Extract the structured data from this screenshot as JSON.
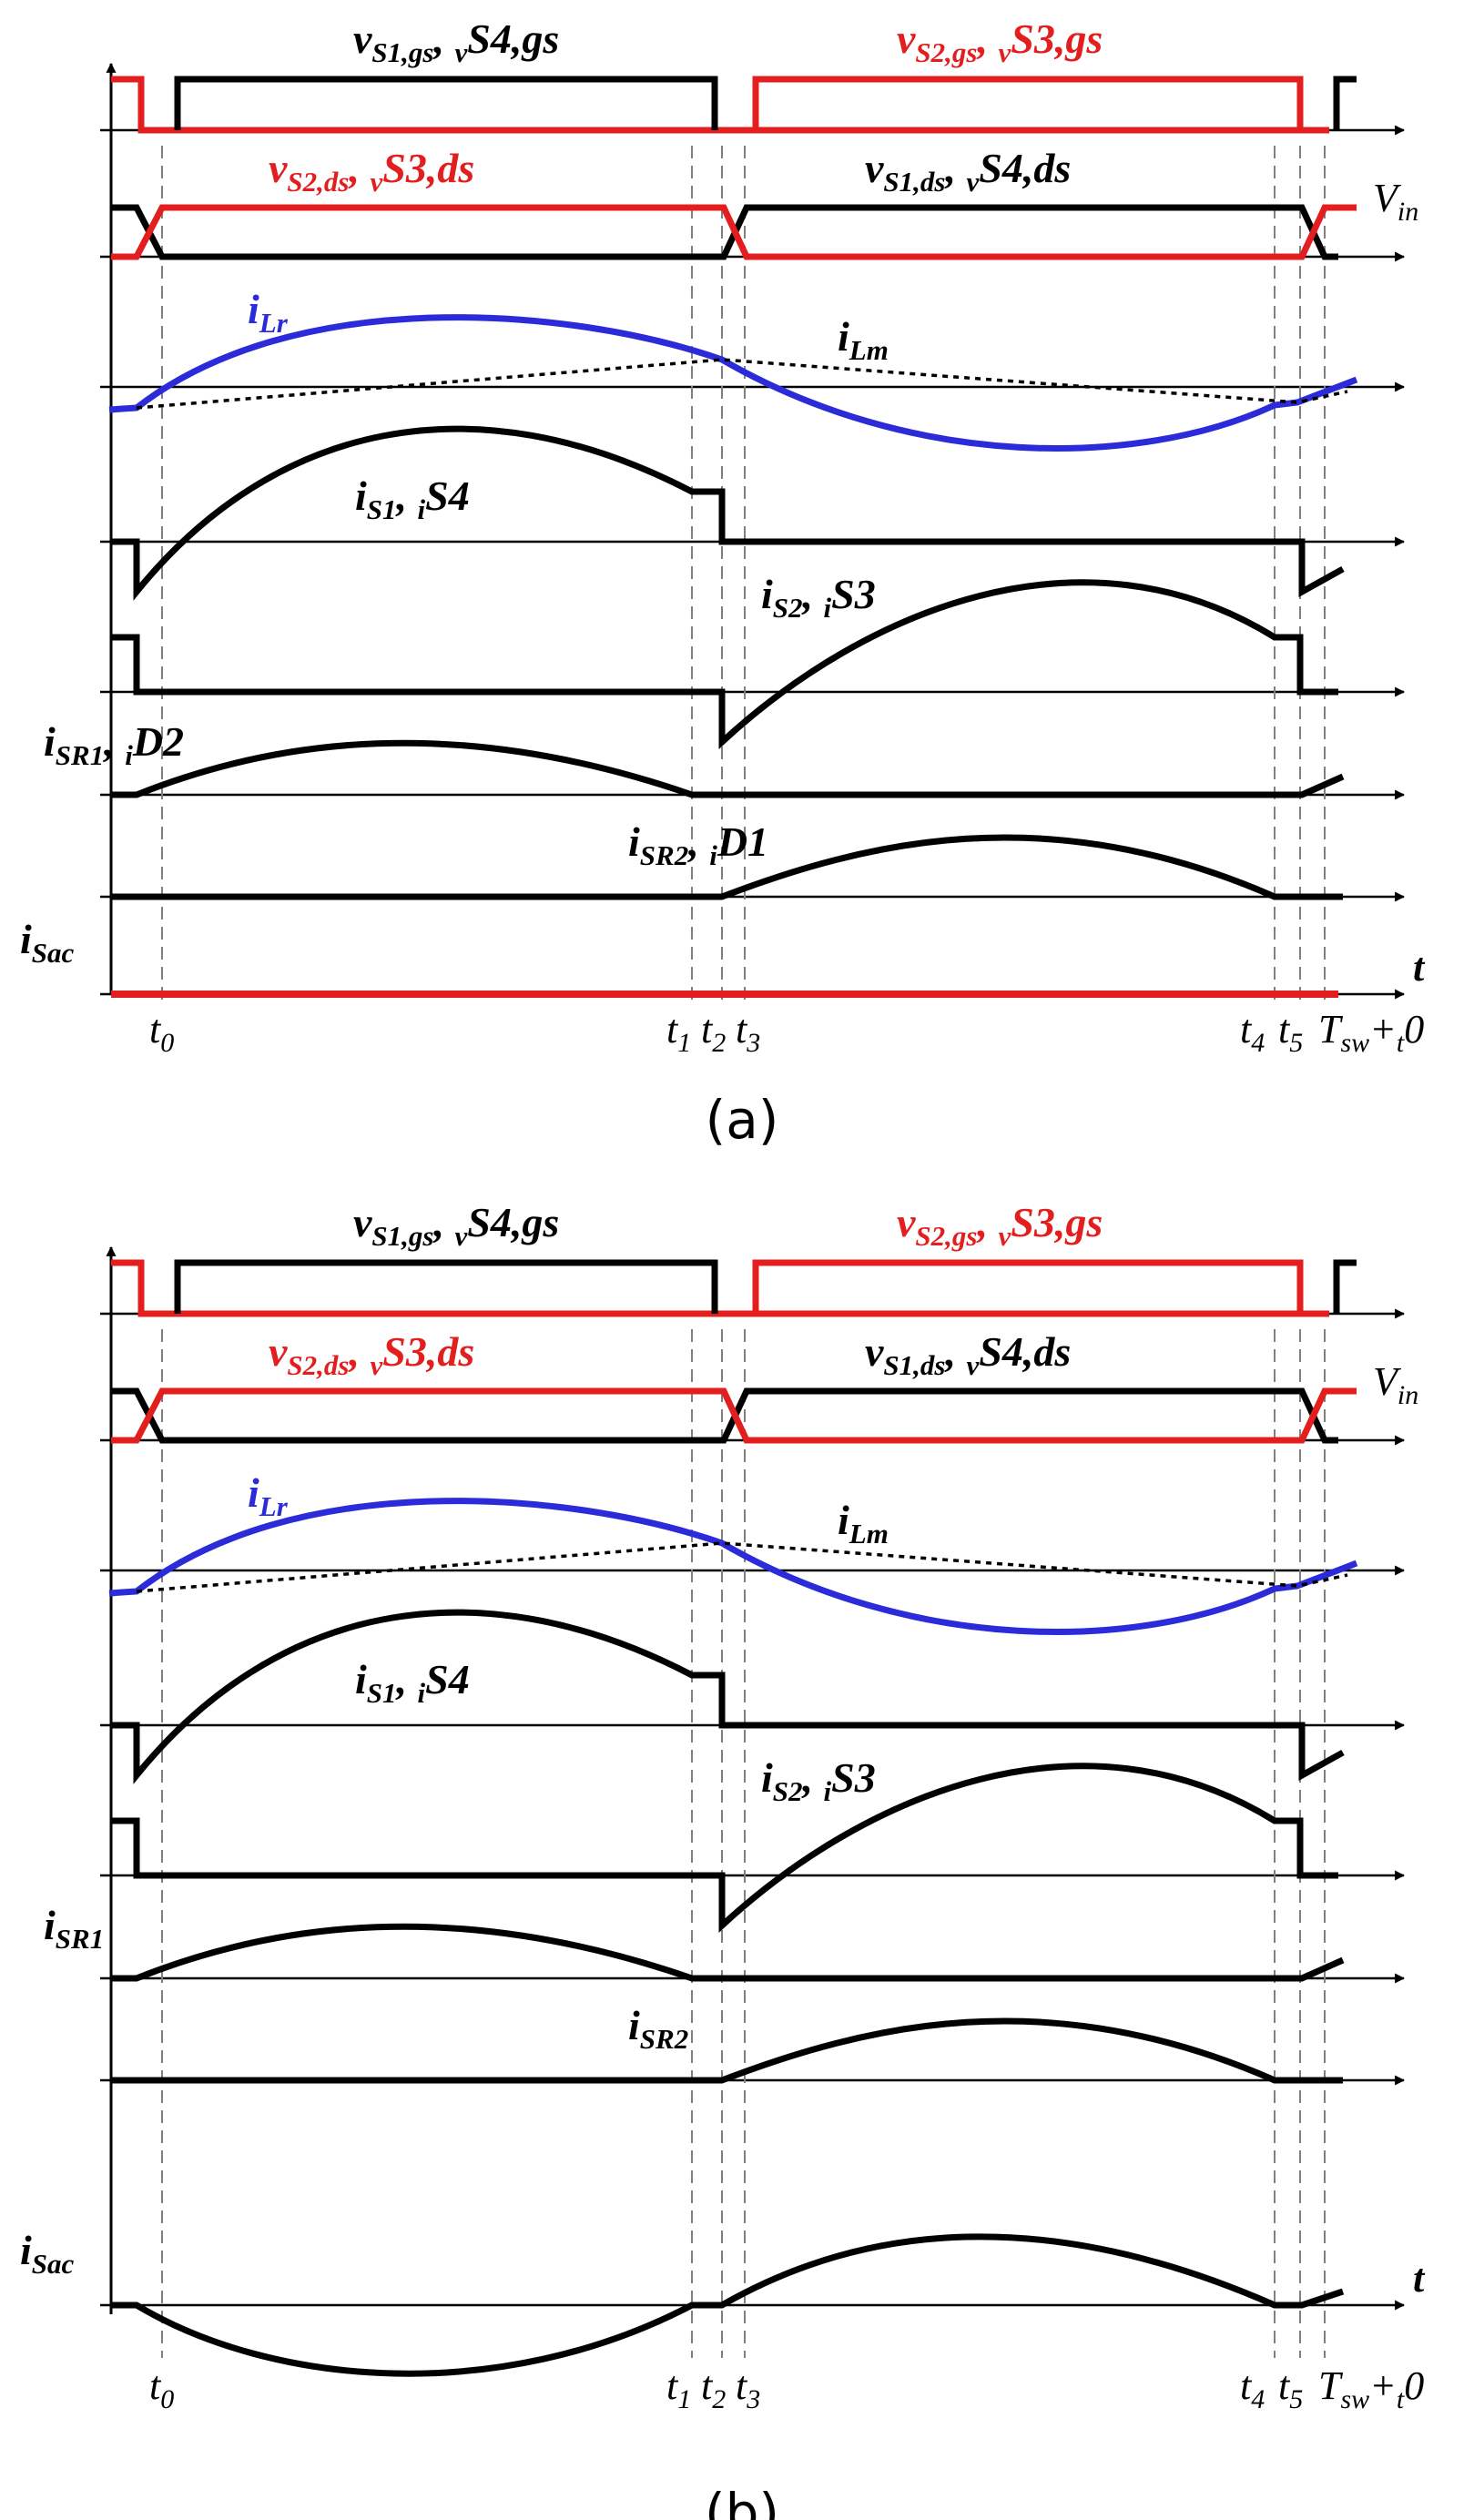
{
  "colors": {
    "black": "#000000",
    "red": "#e31e1e",
    "blue": "#2b2bd9",
    "grid": "#808080"
  },
  "panels": [
    {
      "caption": "(a)",
      "gate_labels": {
        "s1_s4": [
          "v",
          "S1,gs",
          ", ",
          "v",
          "S4,gs"
        ],
        "s2_s3": [
          "v",
          "S2,gs",
          ", ",
          "v",
          "S3,gs"
        ]
      },
      "ds_labels": {
        "s2_s3": [
          "v",
          "S2,ds",
          ", ",
          "v",
          "S3,ds"
        ],
        "s1_s4": [
          "v",
          "S1,ds",
          ", ",
          "v",
          "S4,ds"
        ],
        "vin": [
          "V",
          "in"
        ]
      },
      "current_labels": {
        "lr": [
          "i",
          "Lr"
        ],
        "lm": [
          "i",
          "Lm"
        ],
        "s1_s4": [
          "i",
          "S1",
          ", ",
          "i",
          "S4"
        ],
        "s2_s3": [
          "i",
          "S2",
          ", ",
          "i",
          "S3"
        ],
        "sr1": [
          "i",
          "SR1",
          ", ",
          "i",
          "D2"
        ],
        "sr2": [
          "i",
          "SR2",
          ", ",
          "i",
          "D1"
        ],
        "sac": [
          "i",
          "Sac"
        ]
      },
      "time_axis_label": "t",
      "time_ticks": [
        [
          "t",
          "0"
        ],
        [
          "t",
          "1"
        ],
        [
          "t",
          "2"
        ],
        [
          "t",
          "3"
        ],
        [
          "t",
          "4"
        ],
        [
          "t",
          "5"
        ],
        [
          "T",
          "sw",
          "+",
          "t",
          "0"
        ]
      ]
    },
    {
      "caption": "(b)",
      "gate_labels": {
        "s1_s4": [
          "v",
          "S1,gs",
          ", ",
          "v",
          "S4,gs"
        ],
        "s2_s3": [
          "v",
          "S2,gs",
          ", ",
          "v",
          "S3,gs"
        ]
      },
      "ds_labels": {
        "s2_s3": [
          "v",
          "S2,ds",
          ", ",
          "v",
          "S3,ds"
        ],
        "s1_s4": [
          "v",
          "S1,ds",
          ", ",
          "v",
          "S4,ds"
        ],
        "vin": [
          "V",
          "in"
        ]
      },
      "current_labels": {
        "lr": [
          "i",
          "Lr"
        ],
        "lm": [
          "i",
          "Lm"
        ],
        "s1_s4": [
          "i",
          "S1",
          ", ",
          "i",
          "S4"
        ],
        "s2_s3": [
          "i",
          "S2",
          ", ",
          "i",
          "S3"
        ],
        "sr1": [
          "i",
          "SR1"
        ],
        "sr2": [
          "i",
          "SR2"
        ],
        "sac": [
          "i",
          "Sac"
        ]
      },
      "time_axis_label": "t",
      "time_ticks": [
        [
          "t",
          "0"
        ],
        [
          "t",
          "1"
        ],
        [
          "t",
          "2"
        ],
        [
          "t",
          "3"
        ],
        [
          "t",
          "4"
        ],
        [
          "t",
          "5"
        ],
        [
          "T",
          "sw",
          "+",
          "t",
          "0"
        ]
      ]
    }
  ]
}
